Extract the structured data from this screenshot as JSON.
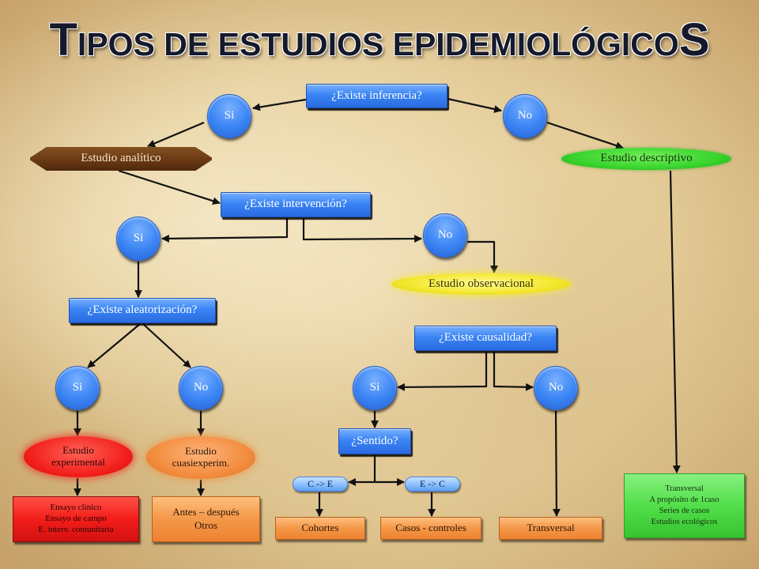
{
  "title": "TIPOS DE ESTUDIOS EPIDEMIOLÓGICOS",
  "colors": {
    "question": "#3a84f4",
    "question_light": "#78b0ff",
    "pill": "#8cc0ff",
    "analitico": "#6b3a14",
    "descriptivo": "#38d42c",
    "observacional": "#f3e72c",
    "experimental": "#f21d1a",
    "cuasiexperimental": "#f18a3a",
    "result_orange": "#f49a4c",
    "result_green": "#52df4a",
    "arrow": "#111111"
  },
  "nodes": {
    "existe_inferencia": "¿Existe inferencia?",
    "inferencia_si": "Si",
    "inferencia_no": "No",
    "estudio_analitico": "Estudio analítico",
    "estudio_descriptivo": "Estudio descriptivo",
    "existe_intervencion": "¿Existe intervención?",
    "intervencion_si": "Si",
    "intervencion_no": "No",
    "estudio_observacional": "Estudio observacional",
    "existe_aleatorizacion": "¿Existe aleatorización?",
    "existe_causalidad": "¿Existe causalidad?",
    "aleatorizacion_si": "Si",
    "aleatorizacion_no": "No",
    "causalidad_si": "Si",
    "causalidad_no": "No",
    "estudio_experimental": [
      "Estudio",
      "experimental"
    ],
    "estudio_cuasiexperimental": [
      "Estudio",
      "cuasiexperim."
    ],
    "sentido": "¿Sentido?",
    "sentido_c_e": "C -> E",
    "sentido_e_c": "E -> C"
  },
  "results": {
    "experimentales": [
      "Ensayo clínico",
      "Ensayo de campo",
      "E. interv. comunitaria"
    ],
    "cuasiexperimentales": [
      "Antes – después",
      "Otros"
    ],
    "cohortes": "Cohortes",
    "casos_controles": "Casos - controles",
    "transversal": "Transversal",
    "descriptivos": [
      "Transversal",
      "A propósito de 1caso",
      "Series de casos",
      "Estudios ecológicos"
    ]
  }
}
